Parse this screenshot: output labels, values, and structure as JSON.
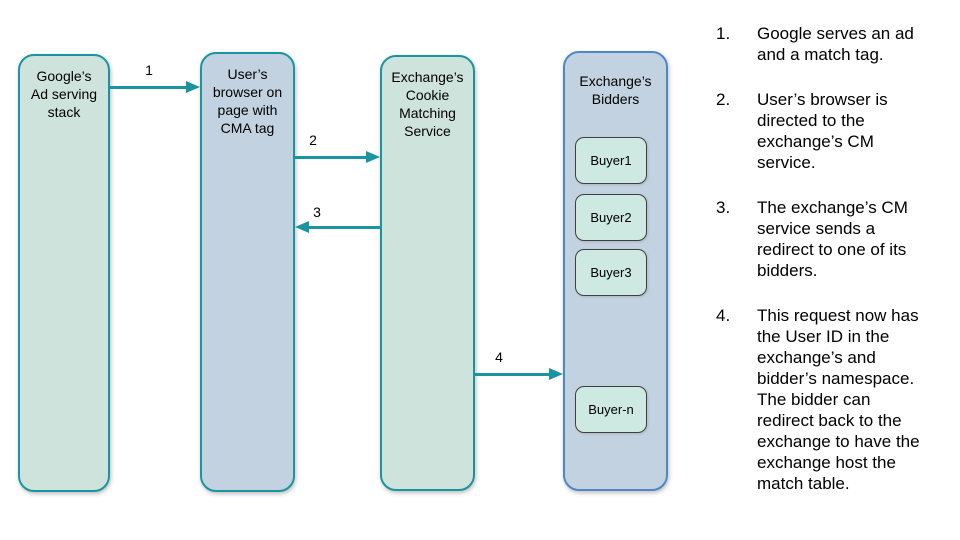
{
  "colors": {
    "teal": "#1b94a2",
    "green-fill": "#cee3dc",
    "blue-fill": "#c2d2e0",
    "blue-border": "#4d87c8",
    "buyer-fill": "#cde9e2",
    "buyer-border": "#404040",
    "text": "#000000"
  },
  "diagram": {
    "nodes": [
      {
        "id": "google-ad-serving-stack",
        "label": "Google’s\nAd serving\nstack"
      },
      {
        "id": "user-browser",
        "label": "User’s\nbrowser on\npage with\nCMA tag"
      },
      {
        "id": "exchange-cookie-matching-service",
        "label": "Exchange’s\nCookie\nMatching\nService"
      },
      {
        "id": "exchange-bidders",
        "label": "Exchange’s\nBidders"
      }
    ],
    "buyers": [
      "Buyer1",
      "Buyer2",
      "Buyer3",
      "Buyer-n"
    ],
    "arrows": [
      {
        "label": "1",
        "from": "google-ad-serving-stack",
        "to": "user-browser"
      },
      {
        "label": "2",
        "from": "user-browser",
        "to": "exchange-cookie-matching-service"
      },
      {
        "label": "3",
        "from": "exchange-cookie-matching-service",
        "to": "user-browser"
      },
      {
        "label": "4",
        "from": "exchange-cookie-matching-service",
        "to": "exchange-bidders"
      }
    ]
  },
  "steps": [
    {
      "num": "1.",
      "text": "Google serves an ad\nand a match tag."
    },
    {
      "num": "2.",
      "text": "User’s browser is\ndirected to the\nexchange’s CM\nservice."
    },
    {
      "num": "3.",
      "text": "The exchange’s CM\nservice sends a\nredirect to one of its\nbidders."
    },
    {
      "num": "4.",
      "text": "This request now has\nthe User ID in the\nexchange’s and\nbidder’s namespace.\nThe bidder can\nredirect back to the\nexchange to have the\nexchange host the\nmatch table."
    }
  ]
}
